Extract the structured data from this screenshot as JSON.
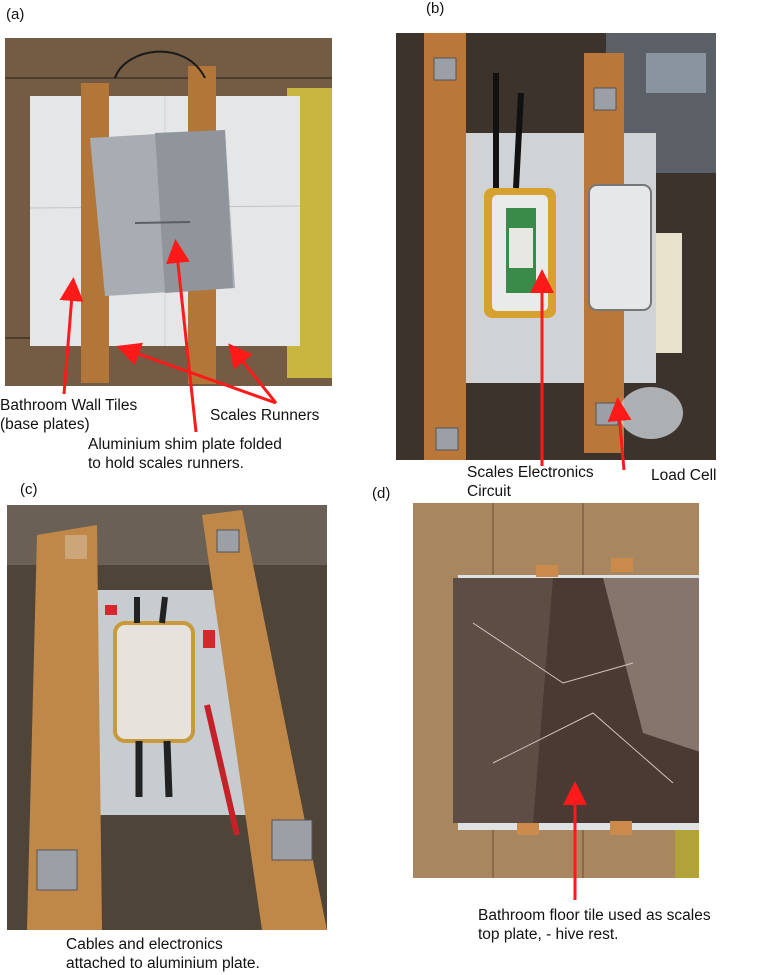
{
  "panels": {
    "a": {
      "label": "(a)",
      "annotations": {
        "tiles": "Bathroom Wall Tiles\n(base plates)",
        "shim": "Aluminium shim plate folded\nto hold scales runners.",
        "runners": "Scales Runners"
      }
    },
    "b": {
      "label": "(b)",
      "annotations": {
        "circuit": "Scales Electronics\nCircuit",
        "loadcell": "Load Cell"
      }
    },
    "c": {
      "label": "(c)",
      "annotations": {
        "cables": "Cables and electronics\nattached to aluminium plate."
      }
    },
    "d": {
      "label": "(d)",
      "annotations": {
        "floor_tile": "Bathroom floor tile used as scales\ntop plate, - hive rest."
      }
    }
  },
  "colors": {
    "arrow": "#ff1a1a",
    "wood": "#b9773a",
    "aluminium": "#c9cdd1",
    "tile_white": "#eceef0",
    "marble_dark": "#4a3a33"
  }
}
